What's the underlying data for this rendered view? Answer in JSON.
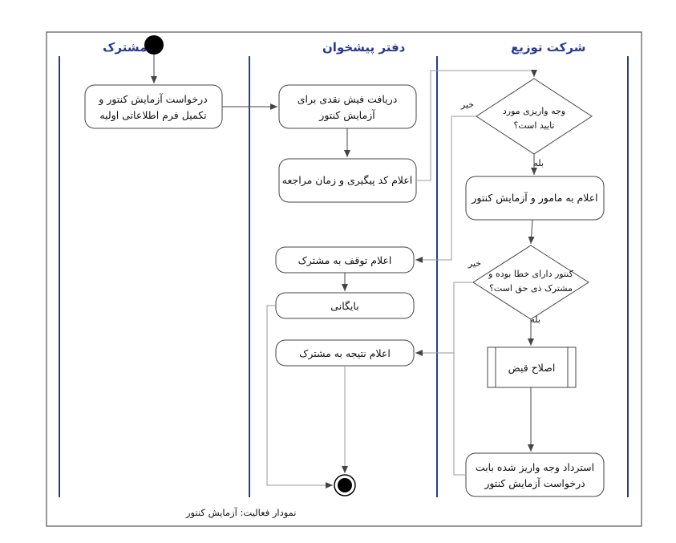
{
  "lanes": {
    "customer": "مشترک",
    "office": "دفتر پیشخوان",
    "company": "شرکت توزیع"
  },
  "nodes": {
    "request_line1": "درخواست آزمایش کنتور و",
    "request_line2": "تکمیل فرم اطلاعاتی اولیه",
    "receipt_line1": "دریافت فیش نقدی برای",
    "receipt_line2": "آزمایش کنتور",
    "tracking": "اعلام کد پیگیری و زمان مراجعه",
    "decision1_line1": "وجه واریزی مورد",
    "decision1_line2": "تایید است؟",
    "notify_test": "اعلام به مامور و آزمایش کنتور",
    "stop_notice": "اعلام توقف به مشترک",
    "decision2_line1": "کنتور دارای خطا بوده و",
    "decision2_line2": "مشترک ذی حق است؟",
    "archive": "بایگانی",
    "result_notice": "اعلام نتیجه به مشترک",
    "bill_fix": "اصلاح قبض",
    "refund_line1": "استرداد وجه واریز شده بابت",
    "refund_line2": "درخواست آزمایش کنتور"
  },
  "labels": {
    "no_1": "خیر",
    "yes_1": "بله",
    "no_2": "خیر",
    "yes_2": "بله"
  },
  "caption": "نمودار فعالیت: آزمایش کنتور",
  "colors": {
    "lane": "#2a3b8f",
    "stroke": "#444444",
    "node_fill": "#ffffff"
  }
}
